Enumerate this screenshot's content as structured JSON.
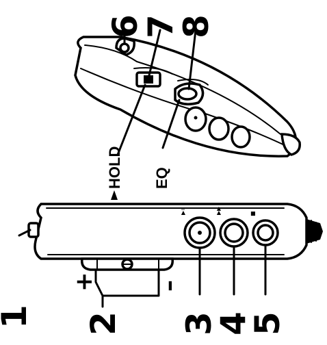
{
  "callouts": {
    "n1": "1",
    "n2": "2",
    "n3": "3",
    "n4": "4",
    "n5": "5",
    "n6": "6",
    "n7": "7",
    "n8": "8"
  },
  "labels": {
    "hold": "HOLD",
    "eq": "EQ",
    "plus": "+",
    "minus": "–"
  },
  "icons": {
    "hold_arrow": "triangle-arrow-icon",
    "key_3": "play-pause-icon",
    "key_4": "fast-forward-icon",
    "key_5": "stop-icon"
  }
}
